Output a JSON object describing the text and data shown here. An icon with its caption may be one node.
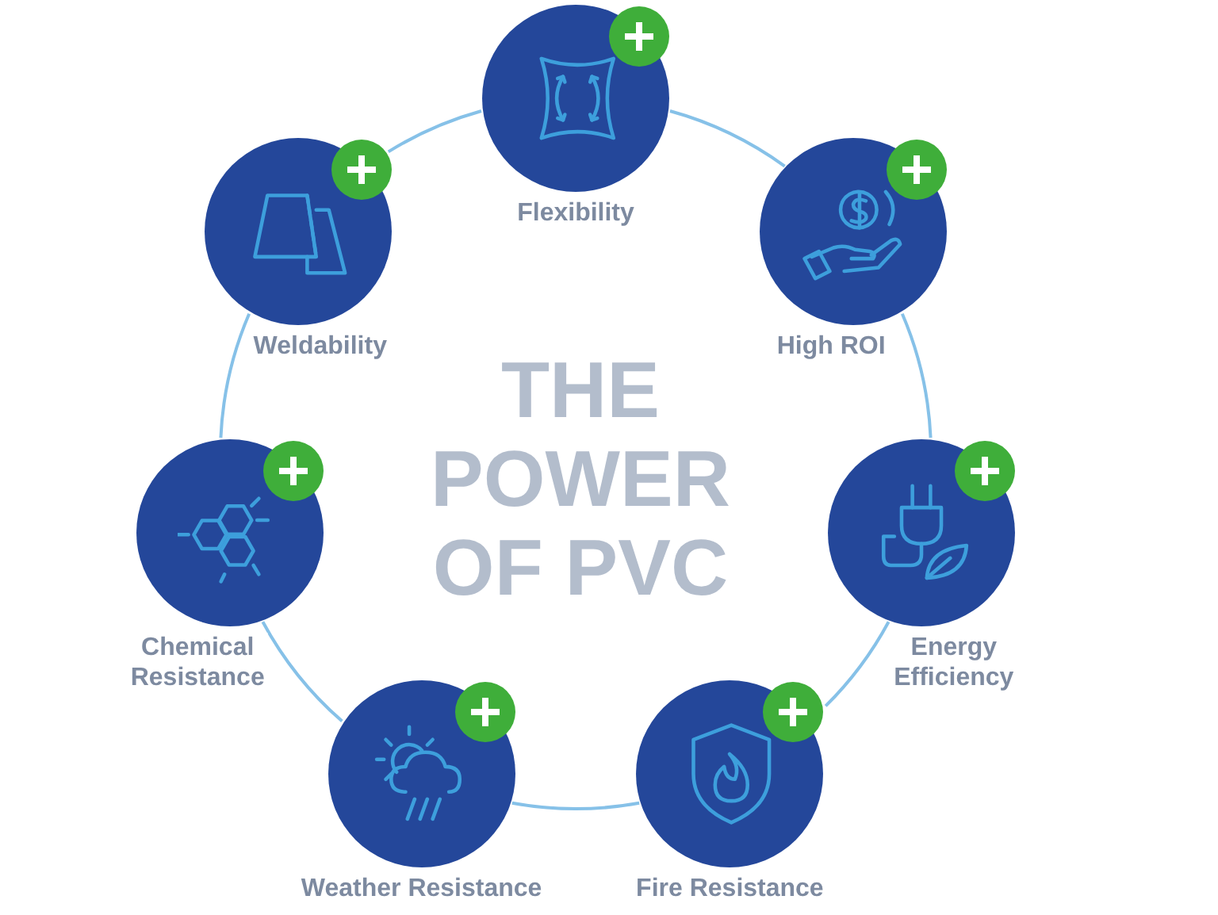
{
  "diagram": {
    "title": "THE POWER OF PVC",
    "nodes": [
      {
        "text": [
          "Flexibility"
        ]
      },
      {
        "text": [
          "High ROI"
        ]
      },
      {
        "text": [
          "Energy Efficiency"
        ]
      },
      {
        "text": [
          "Fire Resistance"
        ]
      },
      {
        "text": [
          "Weather Resistance"
        ]
      },
      {
        "text": [
          "Chemical Resistance"
        ]
      },
      {
        "text": [
          "Weldability"
        ]
      }
    ],
    "edges": [
      {
        "from": 0,
        "to": 1,
        "arrow": "none"
      },
      {
        "from": 1,
        "to": 2,
        "arrow": "none"
      },
      {
        "from": 2,
        "to": 3,
        "arrow": "none"
      },
      {
        "from": 3,
        "to": 4,
        "arrow": "none"
      },
      {
        "from": 4,
        "to": 5,
        "arrow": "none"
      },
      {
        "from": 5,
        "to": 6,
        "arrow": "none"
      },
      {
        "from": 6,
        "to": 0,
        "arrow": "none"
      }
    ]
  }
}
